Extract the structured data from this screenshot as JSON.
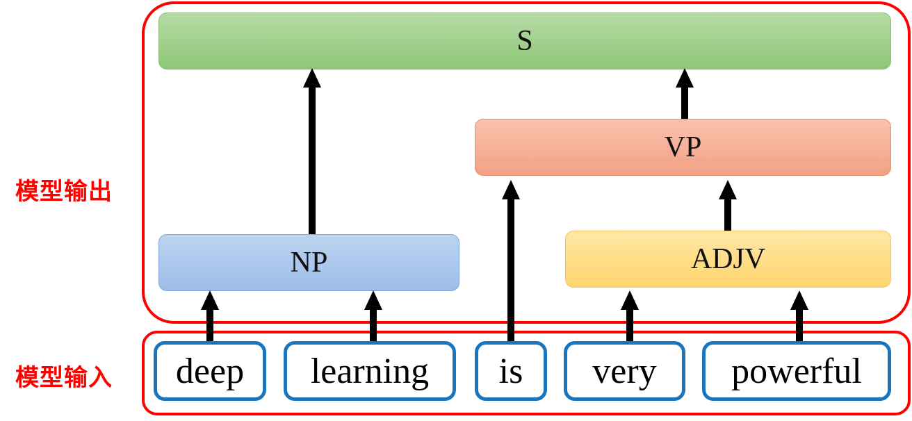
{
  "labels": {
    "output": "模型输出",
    "input": "模型输入"
  },
  "nodes": {
    "s": "S",
    "vp": "VP",
    "np": "NP",
    "adjv": "ADJV"
  },
  "words": [
    "deep",
    "learning",
    "is",
    "very",
    "powerful"
  ],
  "colors": {
    "frame": "#ff0000",
    "word_border": "#1a75bc",
    "s_fill": "#9ccc86",
    "vp_fill": "#f4a487",
    "np_fill": "#a4c2e8",
    "adjv_fill": "#ffd978"
  }
}
